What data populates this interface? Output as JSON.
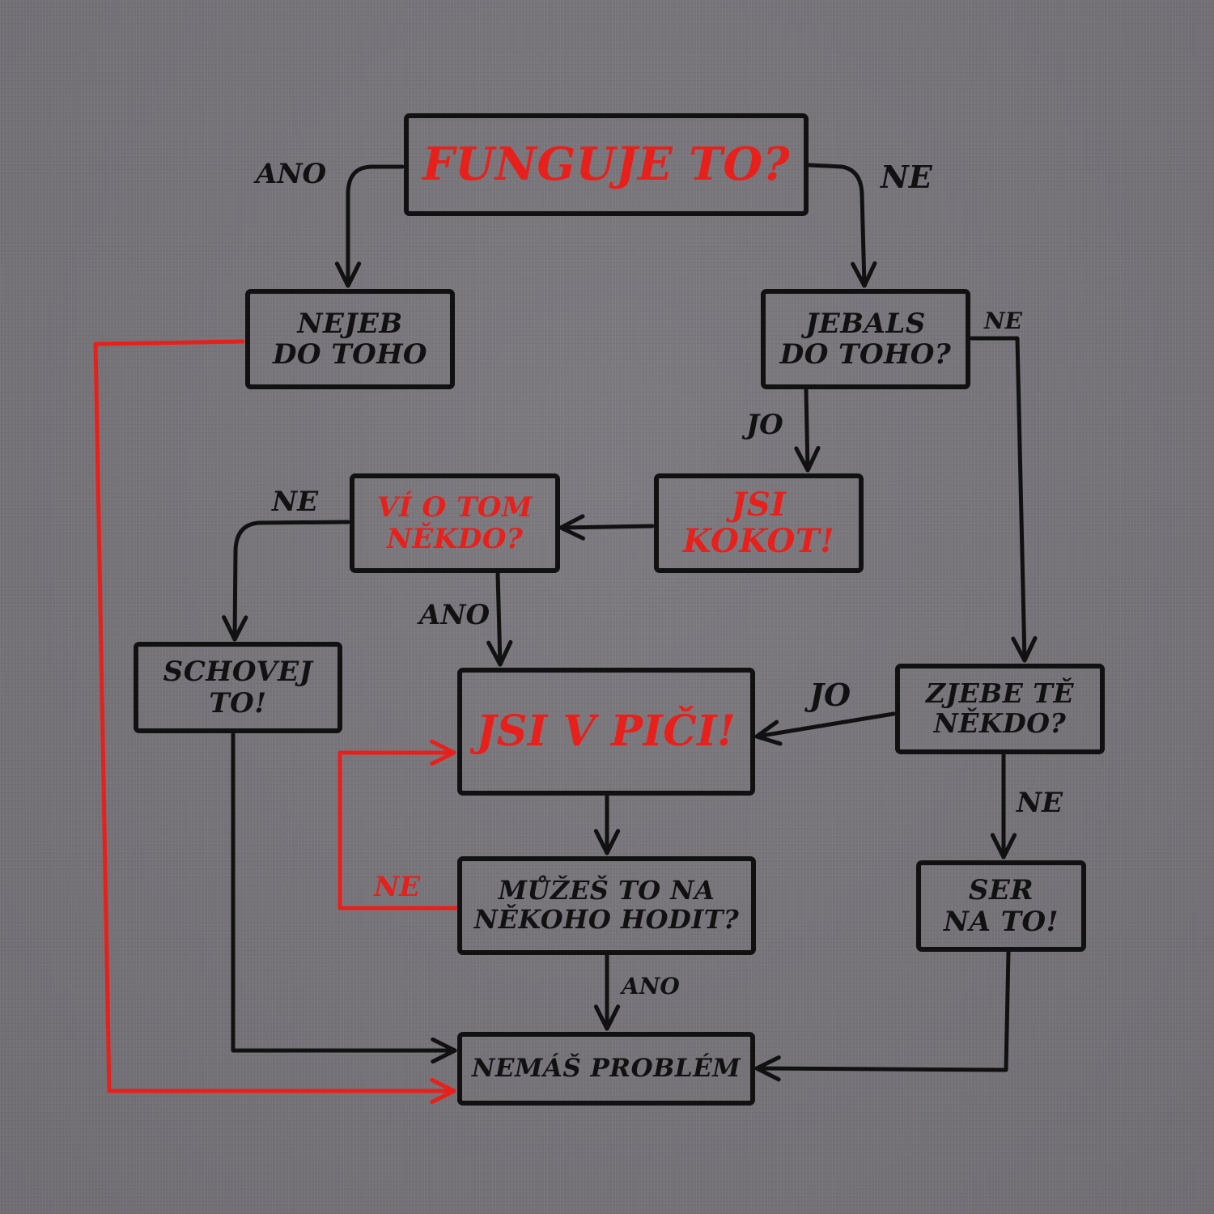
{
  "colors": {
    "background": "#77757a",
    "ink": "#111111",
    "accent_red": "#e8201c"
  },
  "nodes": {
    "funguje": {
      "lines": [
        "FUNGUJE TO?"
      ]
    },
    "nejeb": {
      "lines": [
        "NEJEB",
        "DO TOHO"
      ]
    },
    "jebals": {
      "lines": [
        "JEBALS",
        "DO TOHO?"
      ]
    },
    "jsi_kokot": {
      "lines": [
        "JSI",
        "KOKOT!"
      ]
    },
    "vi_o_tom": {
      "lines": [
        "VÍ O TOM",
        "NĚKDO?"
      ]
    },
    "schovej": {
      "lines": [
        "SCHOVEJ",
        "TO!"
      ]
    },
    "jsi_v_pici": {
      "lines": [
        "JSI V PIČI!"
      ]
    },
    "zjebe": {
      "lines": [
        "ZJEBE TĚ",
        "NĚKDO?"
      ]
    },
    "muzes": {
      "lines": [
        "MŮŽEŠ TO NA",
        "NĚKOHO HODIT?"
      ]
    },
    "ser": {
      "lines": [
        "SER",
        "NA TO!"
      ]
    },
    "nemas": {
      "lines": [
        "NEMÁŠ PROBLÉM"
      ]
    }
  },
  "edge_labels": {
    "funguje_ano": "ANO",
    "funguje_ne": "NE",
    "jebals_ne": "NE",
    "jebals_jo": "JO",
    "vi_ne": "NE",
    "vi_ano": "ANO",
    "zjebe_jo": "JO",
    "zjebe_ne": "NE",
    "muzes_ne": "NE",
    "muzes_ano": "ANO"
  }
}
